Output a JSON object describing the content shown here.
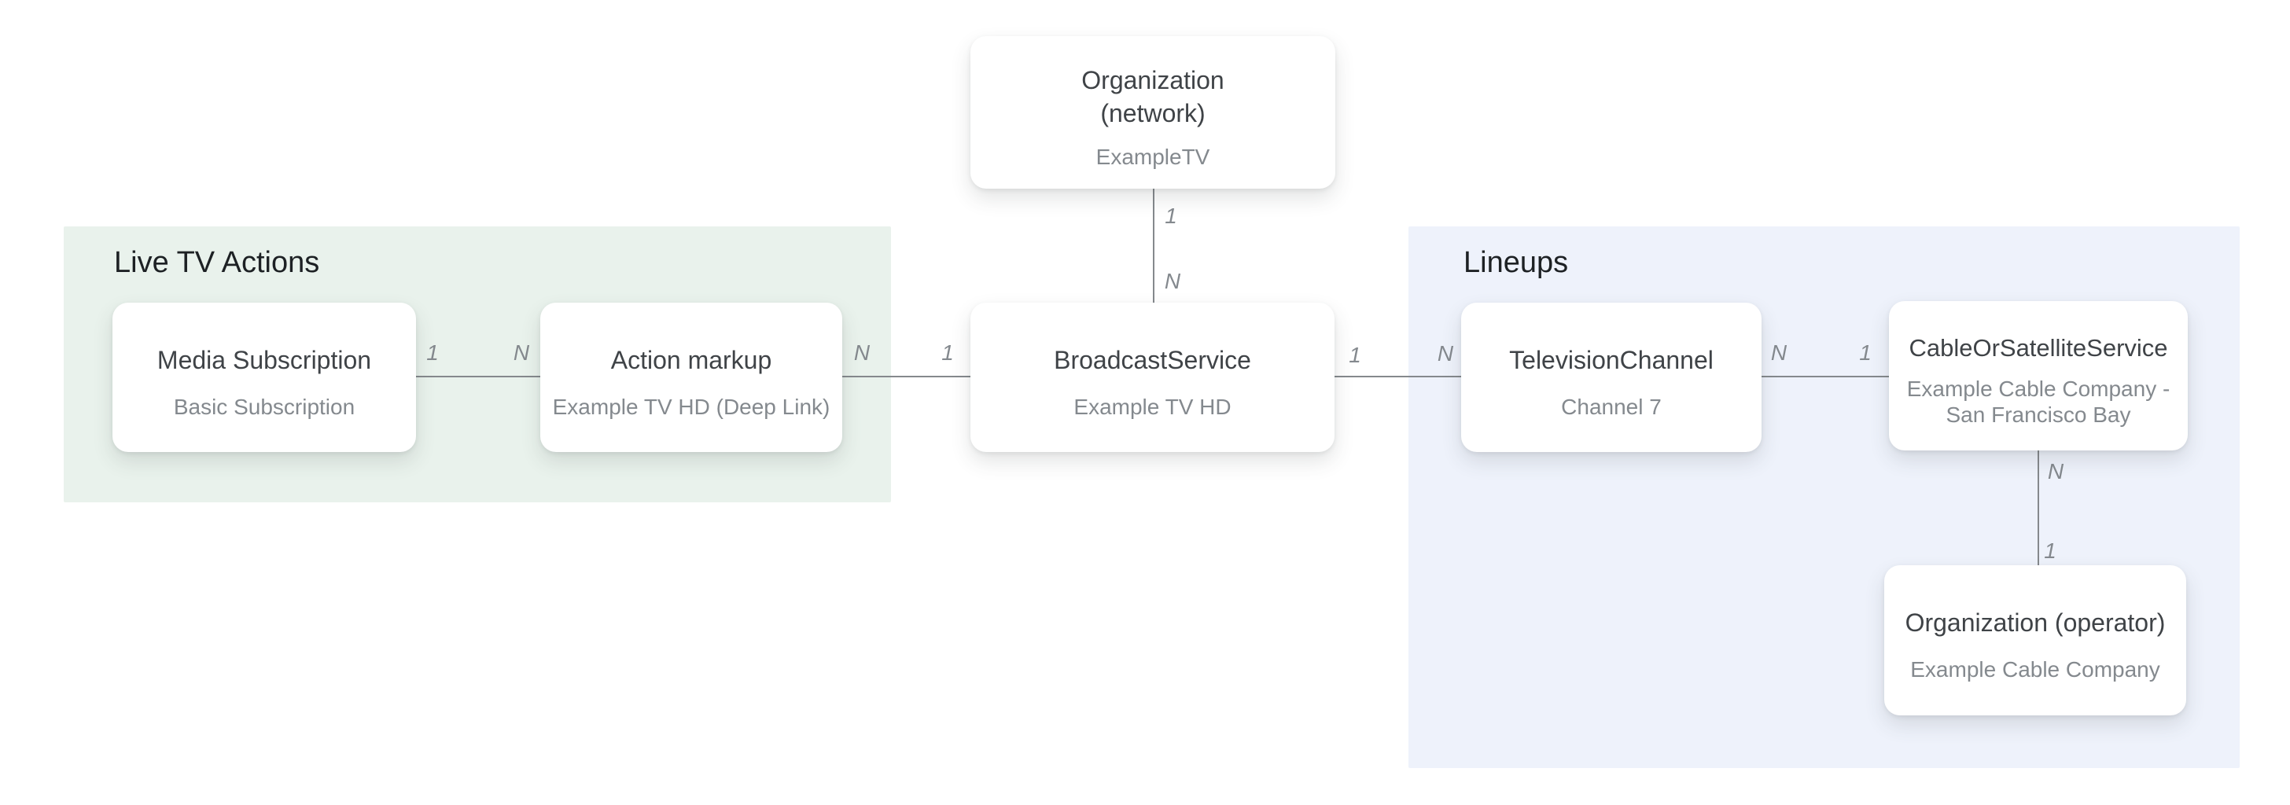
{
  "diagram": {
    "regions": [
      {
        "id": "live-tv-actions",
        "label": "Live TV Actions"
      },
      {
        "id": "lineups",
        "label": "Lineups"
      }
    ],
    "nodes": [
      {
        "id": "org-network",
        "title": "Organization (network)",
        "title_lines": [
          "Organization",
          "(network)"
        ],
        "subtitle": "ExampleTV"
      },
      {
        "id": "media-subscription",
        "title": "Media Subscription",
        "subtitle": "Basic Subscription"
      },
      {
        "id": "action-markup",
        "title": "Action markup",
        "subtitle": "Example TV HD (Deep Link)"
      },
      {
        "id": "broadcast-service",
        "title": "BroadcastService",
        "subtitle": "Example TV HD"
      },
      {
        "id": "television-channel",
        "title": "TelevisionChannel",
        "subtitle": "Channel 7"
      },
      {
        "id": "cable-or-satellite-service",
        "title": "CableOrSatelliteService",
        "subtitle": "Example Cable Company - San Francisco Bay"
      },
      {
        "id": "org-operator",
        "title": "Organization (operator)",
        "subtitle": "Example Cable Company"
      }
    ],
    "edges": [
      {
        "from": "media-subscription",
        "to": "action-markup",
        "from_card": "1",
        "to_card": "N"
      },
      {
        "from": "action-markup",
        "to": "broadcast-service",
        "from_card": "N",
        "to_card": "1"
      },
      {
        "from": "org-network",
        "to": "broadcast-service",
        "from_card": "1",
        "to_card": "N"
      },
      {
        "from": "broadcast-service",
        "to": "television-channel",
        "from_card": "1",
        "to_card": "N"
      },
      {
        "from": "television-channel",
        "to": "cable-or-satellite-service",
        "from_card": "N",
        "to_card": "1"
      },
      {
        "from": "cable-or-satellite-service",
        "to": "org-operator",
        "from_card": "N",
        "to_card": "1"
      }
    ],
    "colors": {
      "page_bg": "#ffffff",
      "live_tv_actions_bg": "#e9f2ec",
      "lineups_bg": "#eef2fb",
      "node_bg": "#ffffff",
      "line": "#85898d",
      "title": "#3f4347",
      "subtitle": "#84898e",
      "heading": "#1d2124",
      "cardinality": "#84898e"
    }
  }
}
